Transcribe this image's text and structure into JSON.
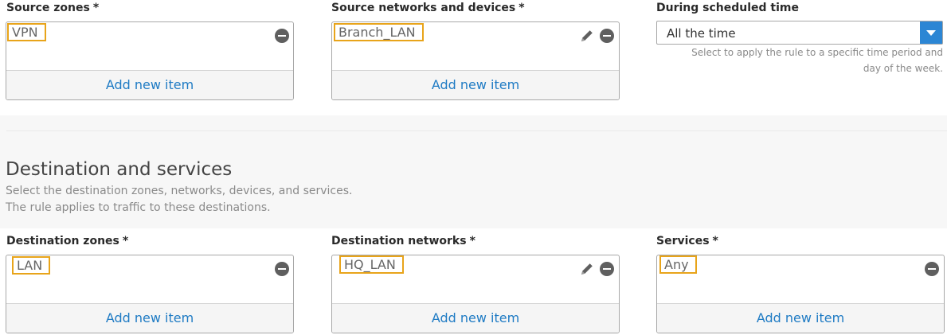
{
  "top_row": {
    "source_zones": {
      "label": "Source zones",
      "required": "*",
      "items": [
        "VPN"
      ],
      "add_label": "Add new item"
    },
    "source_networks": {
      "label": "Source networks and devices",
      "required": "*",
      "items": [
        "Branch_LAN"
      ],
      "add_label": "Add new item"
    },
    "schedule": {
      "label": "During scheduled time",
      "selected": "All the time",
      "help_line1": "Select to apply the rule to a specific time period and",
      "help_line2": "day of the week."
    }
  },
  "destination_section": {
    "title": "Destination and services",
    "desc_line1": "Select the destination zones, networks, devices, and services.",
    "desc_line2": "The rule applies to traffic to these destinations."
  },
  "bottom_row": {
    "destination_zones": {
      "label": "Destination zones",
      "required": "*",
      "items": [
        "LAN"
      ],
      "add_label": "Add new item"
    },
    "destination_networks": {
      "label": "Destination networks",
      "required": "*",
      "items": [
        "HQ_LAN"
      ],
      "add_label": "Add new item"
    },
    "services": {
      "label": "Services",
      "required": "*",
      "items": [
        "Any"
      ],
      "add_label": "Add new item"
    }
  },
  "colors": {
    "accent": "#1f7bc4",
    "highlight": "#e8a41a",
    "dropdown_button": "#2c86d4"
  },
  "icons": {
    "remove": "remove-icon",
    "edit": "pencil-icon",
    "dropdown": "chevron-down-icon"
  }
}
